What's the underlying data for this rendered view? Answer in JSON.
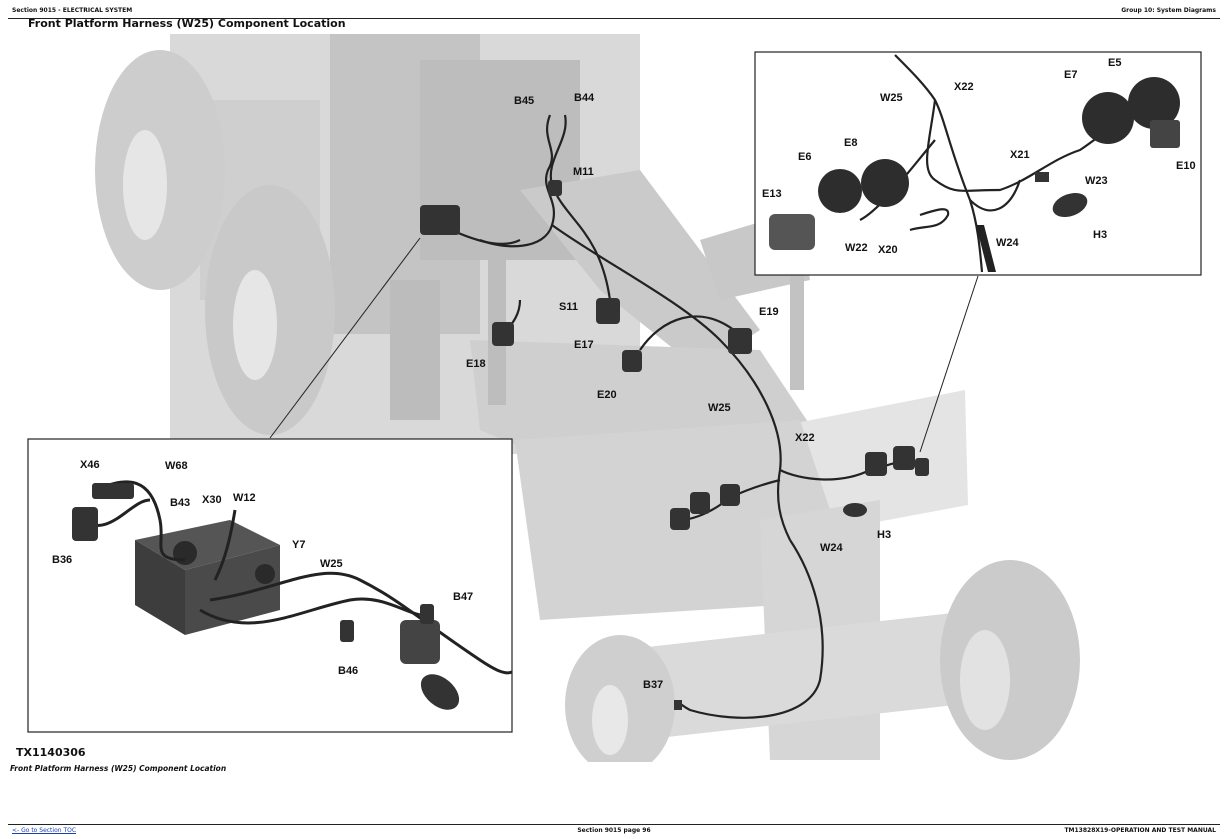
{
  "header": {
    "left": "Section 9015 - ELECTRICAL SYSTEM",
    "right": "Group 10: System Diagrams"
  },
  "title": "Front Platform Harness (W25) Component Location",
  "figure": {
    "id": "TX1140306",
    "caption": "Front Platform Harness (W25) Component Location",
    "labels": {
      "B45": "B45",
      "B44": "B44",
      "M11": "M11",
      "S11": "S11",
      "E17": "E17",
      "E18": "E18",
      "E19": "E19",
      "E20": "E20",
      "W25": "W25",
      "X22": "X22",
      "H3": "H3",
      "W24": "W24",
      "B37": "B37",
      "X46": "X46",
      "W68": "W68",
      "B43": "B43",
      "X30": "X30",
      "W12": "W12",
      "B36": "B36",
      "Y7": "Y7",
      "B47": "B47",
      "B46": "B46",
      "E5": "E5",
      "E7": "E7",
      "E8": "E8",
      "E6": "E6",
      "E13": "E13",
      "E10": "E10",
      "X21": "X21",
      "W23": "W23",
      "W22": "W22",
      "X20": "X20"
    }
  },
  "footer": {
    "link": "<- Go to Section TOC",
    "center": "Section 9015 page 96",
    "right": "TM13828X19-OPERATION AND TEST MANUAL"
  }
}
